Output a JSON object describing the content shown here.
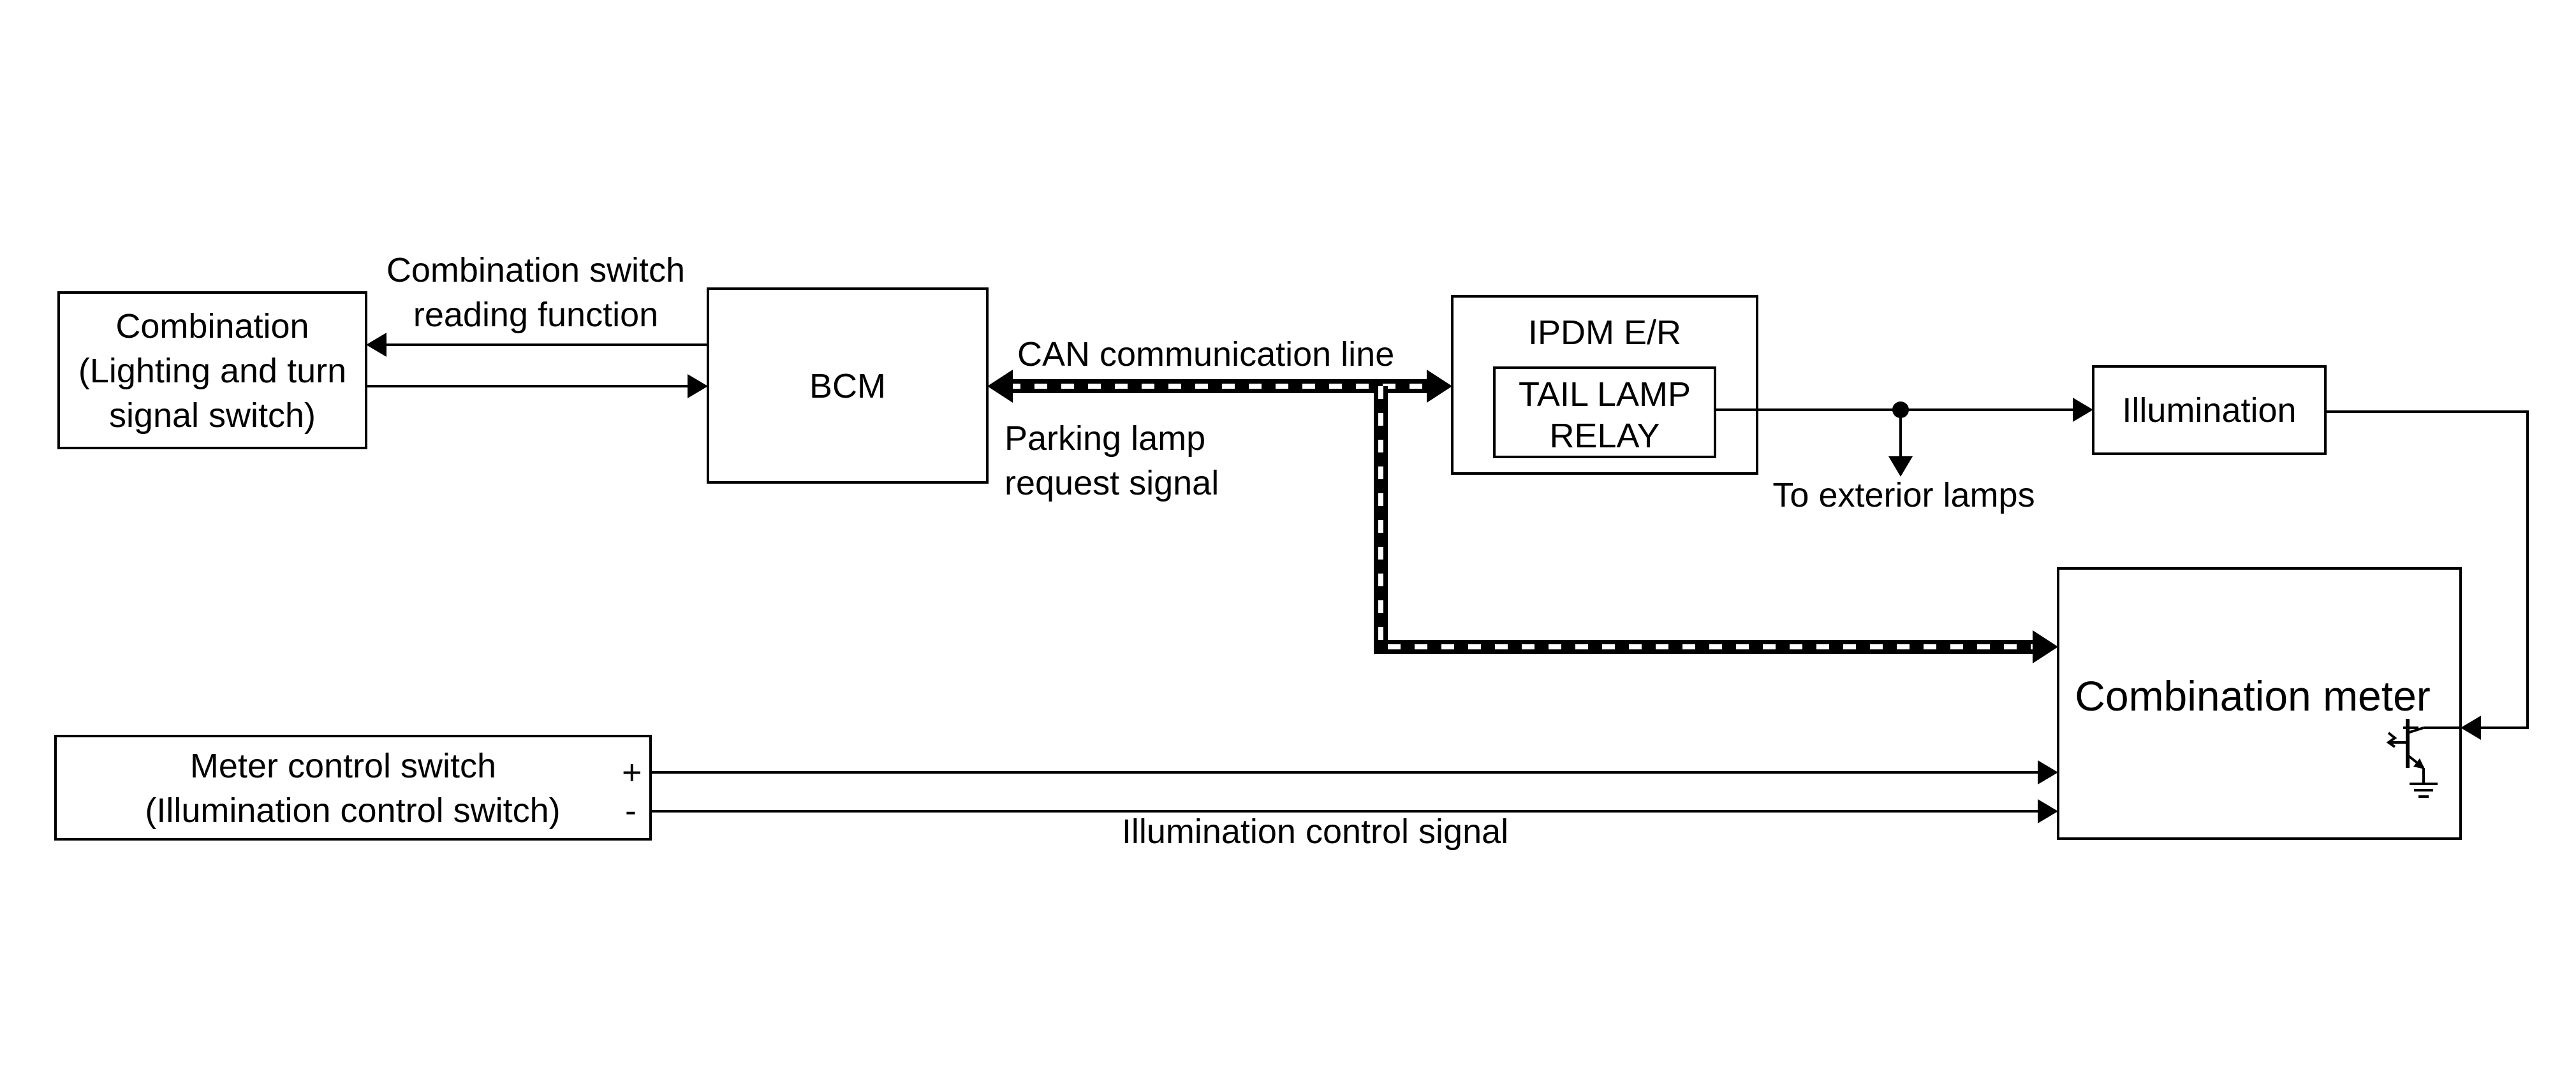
{
  "diagram": {
    "combination_switch": {
      "line1": "Combination",
      "line2": "(Lighting and turn",
      "line3": "signal switch)"
    },
    "bcm": {
      "label": "BCM"
    },
    "switch_reading": {
      "line1": "Combination switch",
      "line2": "reading function"
    },
    "can_line": {
      "label": "CAN communication line"
    },
    "parking_request": {
      "line1": "Parking lamp",
      "line2": "request signal"
    },
    "ipdm": {
      "label": "IPDM E/R",
      "relay_line1": "TAIL LAMP",
      "relay_line2": "RELAY"
    },
    "exterior": {
      "label": "To exterior lamps"
    },
    "illumination": {
      "label": "Illumination"
    },
    "combination_meter": {
      "label": "Combination meter"
    },
    "meter_switch": {
      "line1": "Meter control switch",
      "line2": "(Illumination control switch)",
      "plus": "+",
      "minus": "-"
    },
    "illum_signal": {
      "label": "Illumination control signal"
    }
  },
  "colors": {
    "line": "#000000",
    "background": "#ffffff",
    "can_dash_light": "#ffffff"
  }
}
